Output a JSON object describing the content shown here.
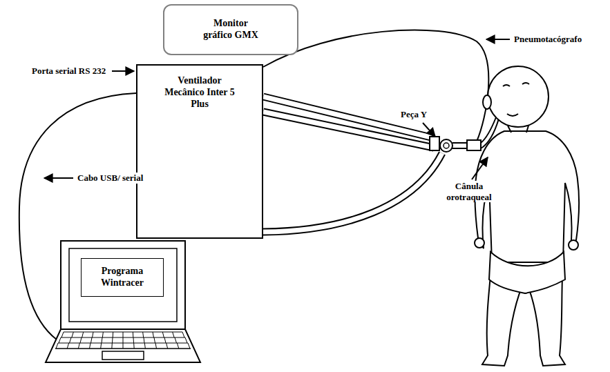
{
  "diagram": {
    "nodes": [
      {
        "text": [
          "Monitor gráfico GMX"
        ]
      },
      {
        "text": [
          "Ventilador Mecânico Inter 5 Plus"
        ]
      },
      {
        "text": [
          "Programa Wintracer"
        ]
      }
    ],
    "labels": [
      "Porta serial RS 232",
      "Cabo USB/ serial",
      "Pneumotacógrafo",
      "Peça Y",
      "Cânula orotraqueal"
    ]
  }
}
